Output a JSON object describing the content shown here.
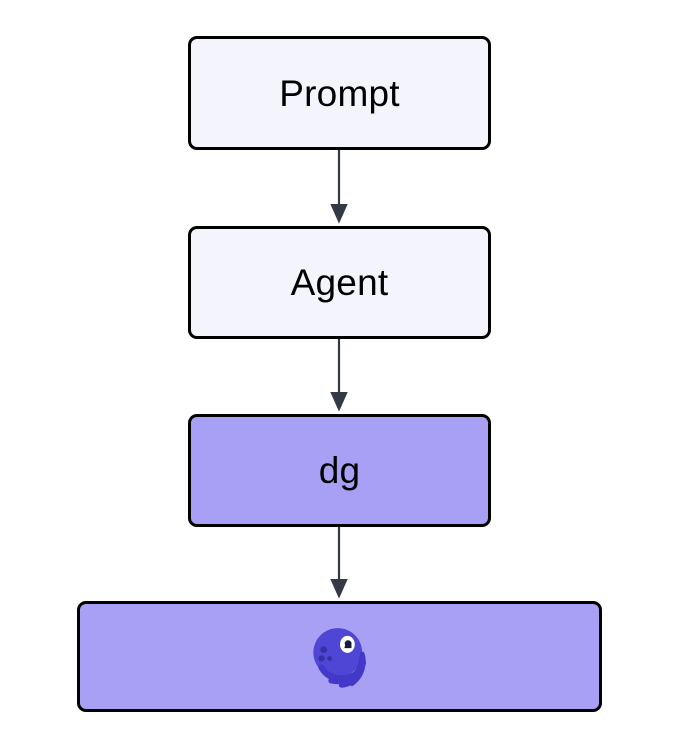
{
  "diagram": {
    "type": "flowchart",
    "direction": "top-to-bottom",
    "background_color": "#ffffff",
    "nodes": [
      {
        "id": "prompt",
        "label": "Prompt",
        "fill_color": "#f4f4fd",
        "border_color": "#000000",
        "text_color": "#000000"
      },
      {
        "id": "agent",
        "label": "Agent",
        "fill_color": "#f4f4fd",
        "border_color": "#000000",
        "text_color": "#000000"
      },
      {
        "id": "dg",
        "label": "dg",
        "fill_color": "#a8a0f5",
        "border_color": "#000000",
        "text_color": "#000000"
      },
      {
        "id": "octopus",
        "label": "",
        "icon": "octopus-icon",
        "fill_color": "#a8a0f5",
        "border_color": "#000000",
        "icon_color": "#4f46d6",
        "icon_shade_color": "#3730a3"
      }
    ],
    "edges": [
      {
        "from": "prompt",
        "to": "agent",
        "style": "solid-arrow",
        "color": "#333a45"
      },
      {
        "from": "agent",
        "to": "dg",
        "style": "solid-arrow",
        "color": "#333a45"
      },
      {
        "from": "dg",
        "to": "octopus",
        "style": "solid-arrow",
        "color": "#333a45"
      }
    ]
  }
}
